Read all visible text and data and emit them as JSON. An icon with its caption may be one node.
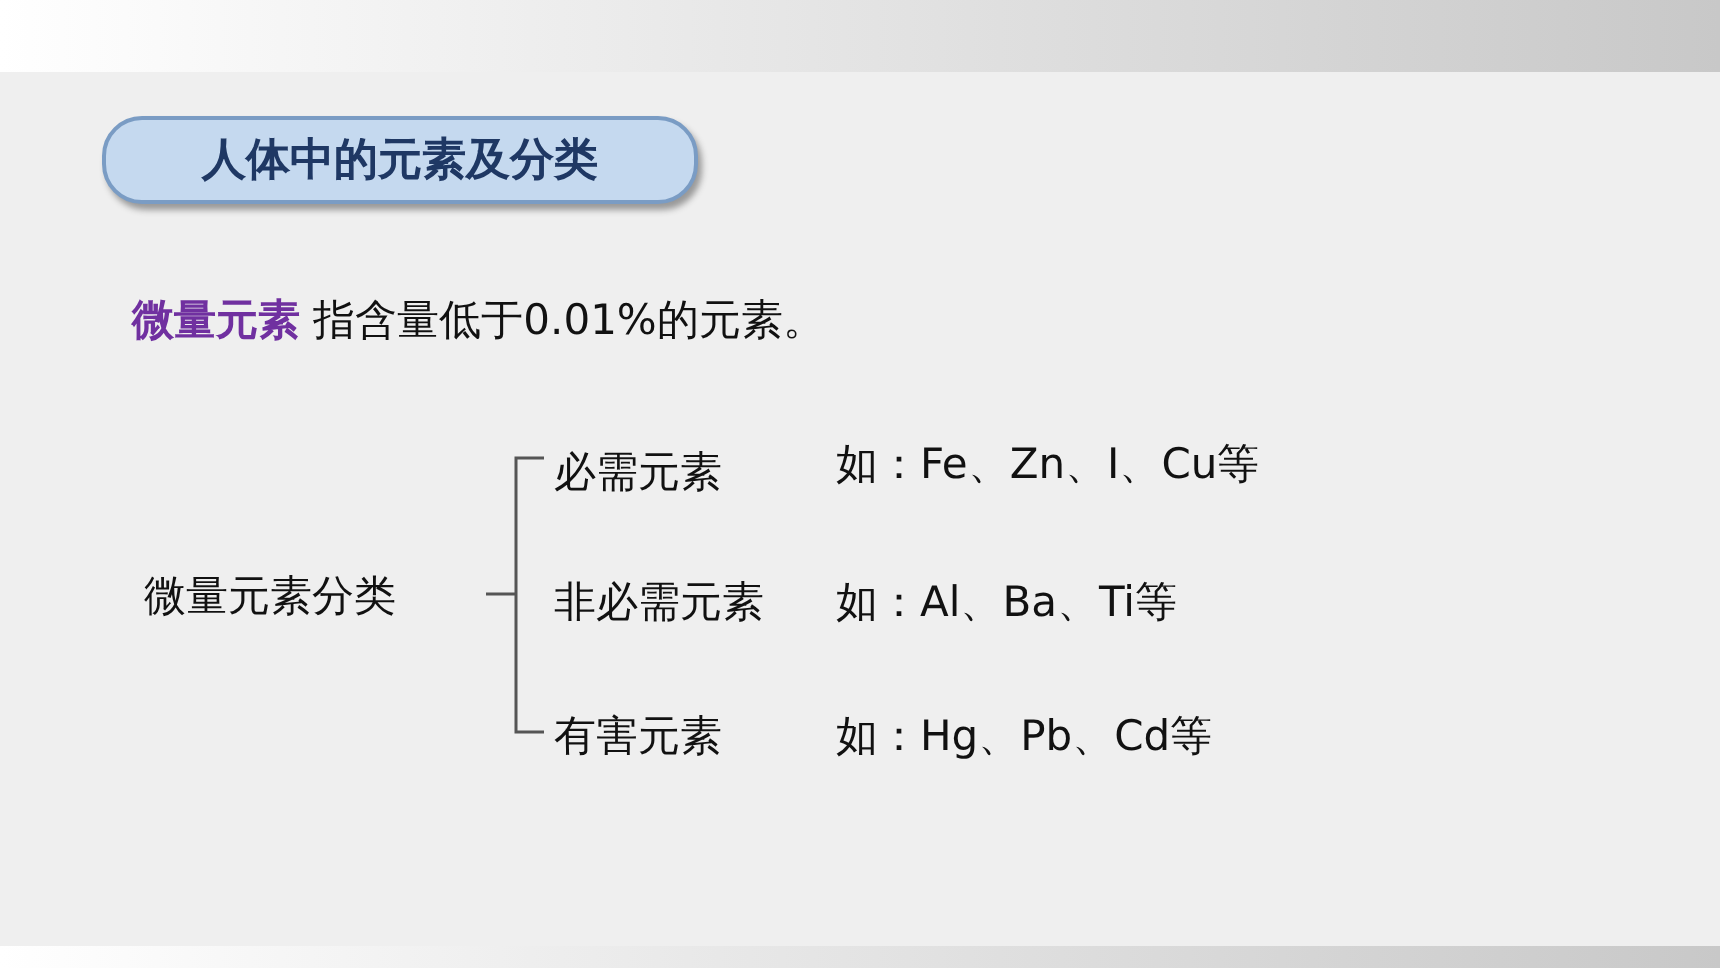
{
  "diagram": {
    "title": "人体中的元素及分类",
    "labels": [
      "**微量元素** 指含量低于0.01%的元素。",
      "微量元素分类",
      "必需元素",
      "如：Fe、Zn、I、Cu等",
      "非必需元素",
      "如：Al、Ba、Ti等",
      "有害元素",
      "如：Hg、Pb、Cd等"
    ]
  }
}
